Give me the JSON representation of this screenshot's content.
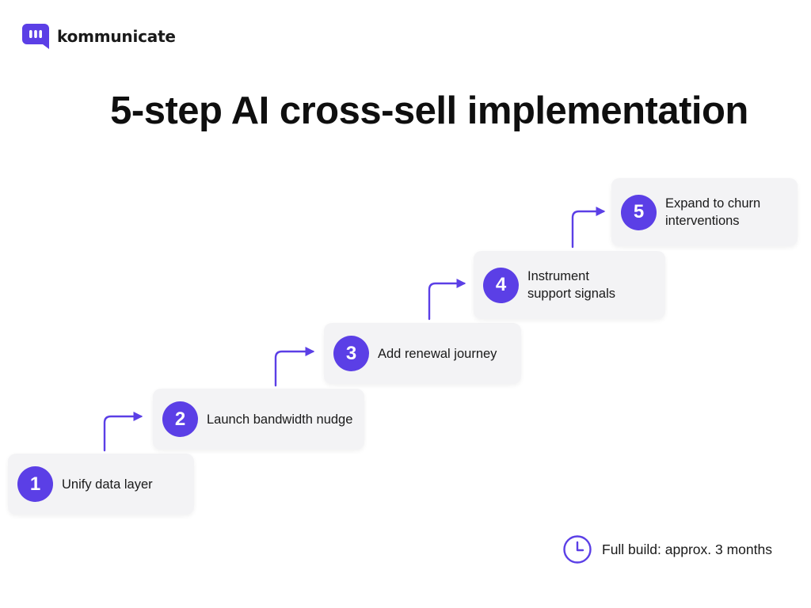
{
  "brand": {
    "name": "kommunicate",
    "logo_icon": "chat-bubble-logo-icon"
  },
  "title": "5-step AI cross-sell implementation",
  "colors": {
    "accent": "#5b3fe6",
    "card_bg": "#f3f3f5",
    "text": "#1a1a1a"
  },
  "steps": [
    {
      "number": "1",
      "label": "Unify data layer"
    },
    {
      "number": "2",
      "label": "Launch bandwidth nudge"
    },
    {
      "number": "3",
      "label": "Add renewal journey"
    },
    {
      "number": "4",
      "label": "Instrument\nsupport signals"
    },
    {
      "number": "5",
      "label": "Expand to churn\ninterventions"
    }
  ],
  "footer": {
    "icon": "clock-icon",
    "duration_text": "Full build: approx. 3 months"
  }
}
